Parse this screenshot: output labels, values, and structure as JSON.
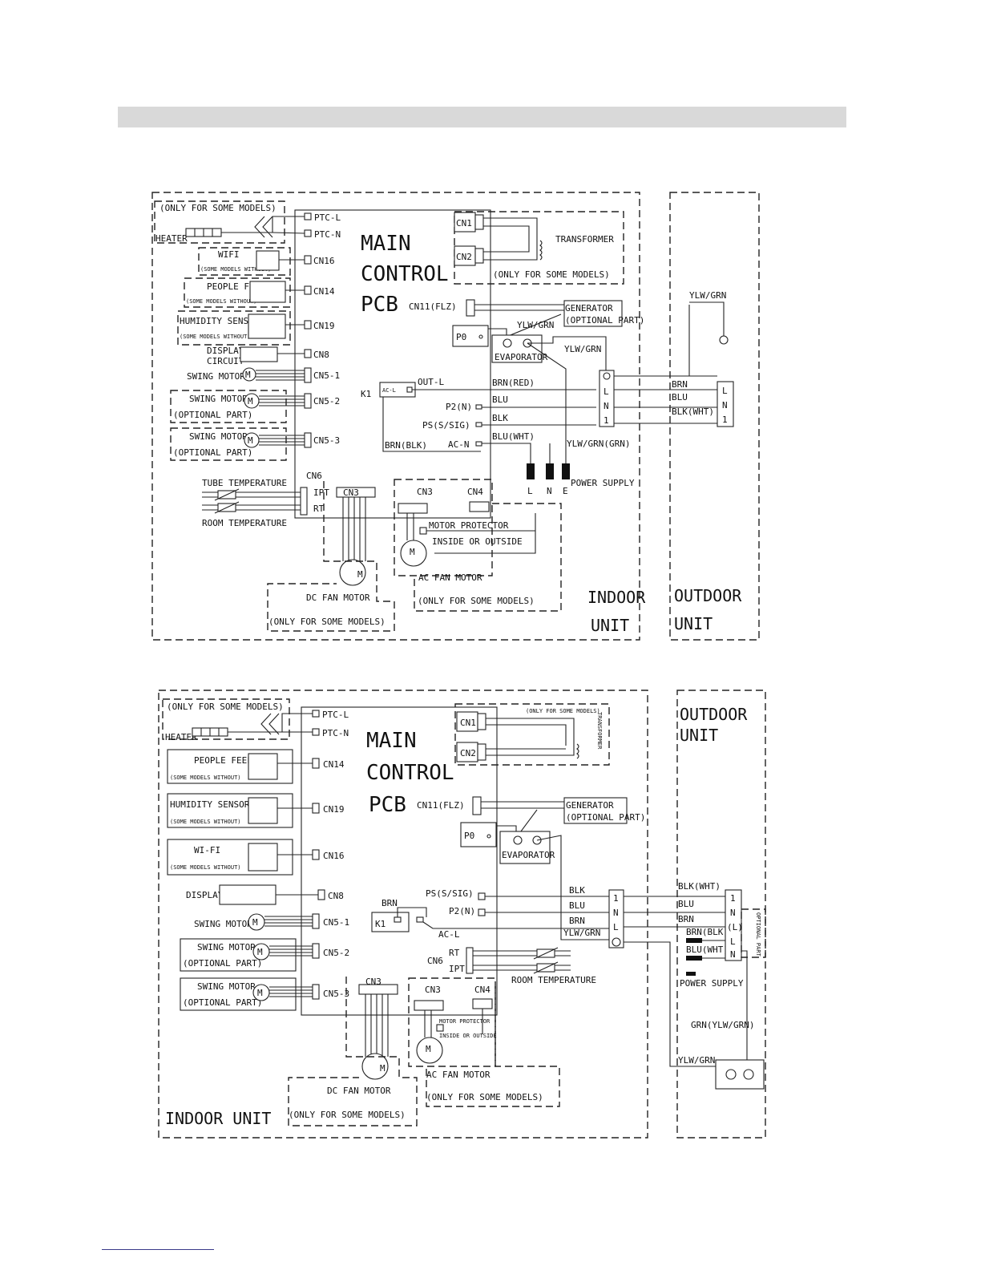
{
  "diagram1": {
    "main_title": [
      "MAIN",
      "CONTROL",
      "PCB"
    ],
    "heater_note": "(ONLY FOR SOME MODELS)",
    "heater": "HEATER",
    "ptc_l": "PTC-L",
    "ptc_n": "PTC-N",
    "wifi": "WIFI",
    "wifi_note": "(SOME MODELS WITHOUT)",
    "cn16": "CN16",
    "people_feel": "PEOPLE FEEL",
    "people_note": "(SOME MODELS WITHOUT)",
    "cn14": "CN14",
    "humidity": "HUMIDITY SENSOR",
    "humidity_note": "(SOME MODELS WITHOUT)",
    "cn19": "CN19",
    "display": [
      "DISPLAY",
      "CIRCUIT"
    ],
    "cn8": "CN8",
    "swing1": "SWING MOTOR",
    "cn5_1": "CN5-1",
    "swing2": [
      "SWING MOTOR",
      "(OPTIONAL PART)"
    ],
    "cn5_2": "CN5-2",
    "swing3": [
      "SWING MOTOR",
      "(OPTIONAL PART)"
    ],
    "cn5_3": "CN5-3",
    "tube_temp": "TUBE TEMPERATURE",
    "room_temp": "ROOM TEMPERATURE",
    "cn6": "CN6",
    "ipt": "IPT",
    "rt": "RT",
    "cn1": "CN1",
    "cn2": "CN2",
    "transformer": "TRANSFORMER",
    "transformer_note": "(ONLY FOR SOME MODELS)",
    "cn11": "CN11(FLZ)",
    "generator": [
      "GENERATOR",
      "(OPTIONAL PART)"
    ],
    "p0": "P0",
    "ylw_grn": "YLW/GRN",
    "evaporator": "EVAPORATOR",
    "k1": "K1",
    "acl": "AC-L",
    "out_l": "OUT-L",
    "p2": "P2(N)",
    "ps": "PS(S/SIG)",
    "ac_n": "AC-N",
    "brn_blk": "BRN(BLK)",
    "brn_red": "BRN(RED)",
    "blu": "BLU",
    "blk": "BLK",
    "blu_wht": "BLU(WHT)",
    "ylw_grn_grn": "YLW/GRN(GRN)",
    "term_l": "L",
    "term_n": "N",
    "term_e": "E",
    "power_supply": "POWER SUPPLY",
    "cn3": "CN3",
    "cn4": "CN4",
    "motor_protector": [
      "MOTOR PROTECTOR",
      "INSIDE OR OUTSIDE"
    ],
    "ac_fan": "AC FAN MOTOR",
    "ac_fan_note": "(ONLY FOR SOME MODELS)",
    "dc_fan": "DC FAN MOTOR",
    "dc_fan_note": "(ONLY FOR SOME MODELS)",
    "indoor": [
      "INDOOR",
      "UNIT"
    ],
    "outdoor": [
      "OUTDOOR",
      "UNIT"
    ],
    "out_ylw_grn": "YLW/GRN",
    "out_brn": "BRN",
    "out_blu": "BLU",
    "out_blk_wht": "BLK(WHT)",
    "strip_l": "L",
    "strip_n": "N",
    "strip_1": "1",
    "strip_in_l": "L",
    "strip_in_n": "N",
    "strip_in_1": "1",
    "motor_m": "M"
  },
  "diagram2": {
    "main_title": [
      "MAIN",
      "CONTROL",
      "PCB"
    ],
    "heater_note": "(ONLY FOR SOME MODELS)",
    "heater": "HEATER",
    "ptc_l": "PTC-L",
    "ptc_n": "PTC-N",
    "cn1": "CN1",
    "cn2": "CN2",
    "transformer_note": "(ONLY FOR SOME MODELS)",
    "transformer": "TRANSFORMER",
    "people_feel": "PEOPLE FEEL",
    "people_note": "(SOME MODELS WITHOUT)",
    "cn14": "CN14",
    "humidity": "HUMIDITY SENSOR",
    "humidity_note": "(SOME MODELS WITHOUT)",
    "cn19": "CN19",
    "wifi": "WI-FI",
    "wifi_note": "(SOME MODELS WITHOUT)",
    "cn16": "CN16",
    "display": "DISPLAY",
    "cn8": "CN8",
    "swing1": "SWING MOTOR",
    "cn5_1": "CN5-1",
    "swing2": [
      "SWING MOTOR",
      "(OPTIONAL PART)"
    ],
    "cn5_2": "CN5-2",
    "swing3": [
      "SWING MOTOR",
      "(OPTIONAL PART)"
    ],
    "cn5_3": "CN5-3",
    "cn11": "CN11(FLZ)",
    "generator": [
      "GENERATOR",
      "(OPTIONAL PART)"
    ],
    "p0": "P0",
    "evaporator": "EVAPORATOR",
    "brn": "BRN",
    "k1": "K1",
    "acl": "AC-L",
    "ps": "PS(S/SIG)",
    "p2": "P2(N)",
    "cn6": "CN6",
    "rt": "RT",
    "ipt": "IPT",
    "room_temp": "ROOM TEMPERATURE",
    "cn3": "CN3",
    "cn4": "CN4",
    "motor_protector": [
      "MOTOR PROTECTOR",
      "INSIDE OR OUTSIDE"
    ],
    "ac_fan": "AC FAN MOTOR",
    "ac_fan_note": "(ONLY FOR SOME MODELS)",
    "dc_fan": "DC FAN MOTOR",
    "dc_fan_note": "(ONLY FOR SOME MODELS)",
    "indoor": "INDOOR UNIT",
    "outdoor": [
      "OUTDOOR",
      "UNIT"
    ],
    "w_blk": "BLK",
    "w_blu": "BLU",
    "w_brn": "BRN",
    "w_ylw_grn": "YLW/GRN",
    "o_blk_wht": "BLK(WHT)",
    "o_blu": "BLU",
    "o_brn": "BRN",
    "o_brn_blk": "BRN(BLK)",
    "o_blu_wht": "BLU(WHT)",
    "power_supply": "POWER SUPPLY",
    "grn_ylw_grn": "GRN(YLW/GRN)",
    "o_ylw_grn": "YLW/GRN",
    "optional_part": "OPTIONAL PART",
    "strip_in": [
      "1",
      "N",
      "L"
    ],
    "strip_out": [
      "1",
      "N",
      "(L)",
      "L",
      "N"
    ],
    "motor_m": "M"
  }
}
